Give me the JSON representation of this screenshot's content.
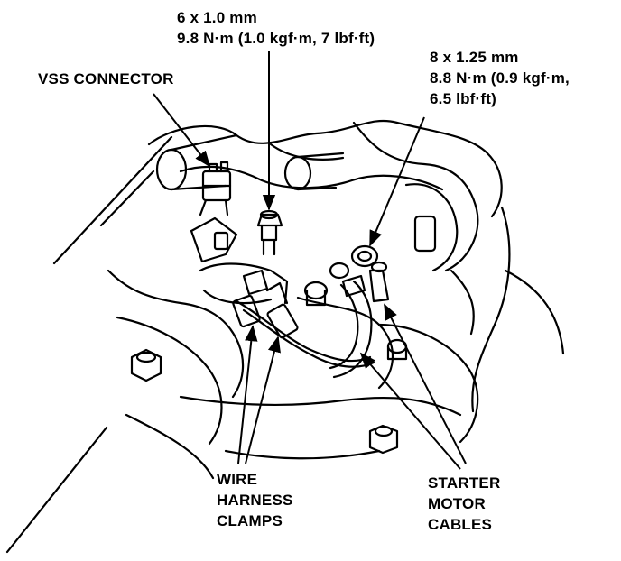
{
  "labels": {
    "bolt_small": {
      "line1": "6 x 1.0 mm",
      "line2": "9.8 N·m (1.0 kgf·m, 7 lbf·ft)"
    },
    "bolt_large": {
      "line1": "8 x 1.25 mm",
      "line2": "8.8 N·m (0.9 kgf·m,",
      "line3": "6.5 lbf·ft)"
    },
    "vss_connector": "VSS CONNECTOR",
    "wire_harness_clamps": {
      "line1": "WIRE",
      "line2": "HARNESS",
      "line3": "CLAMPS"
    },
    "starter_motor_cables": {
      "line1": "STARTER",
      "line2": "MOTOR",
      "line3": "CABLES"
    }
  },
  "colors": {
    "ink": "#000000",
    "paper": "#ffffff"
  }
}
